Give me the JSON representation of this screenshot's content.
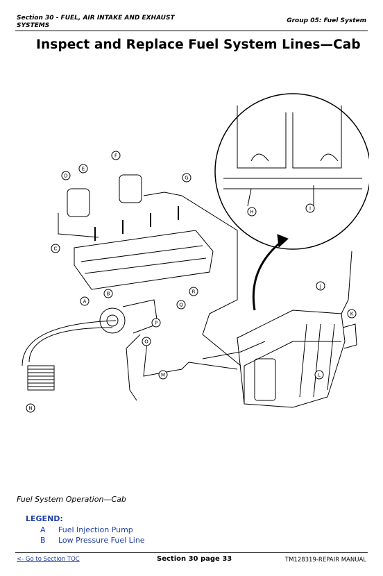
{
  "header": {
    "section": "Section 30 - FUEL, AIR INTAKE AND EXHAUST SYSTEMS",
    "group": "Group 05: Fuel System"
  },
  "title": "Inspect and Replace Fuel System Lines—Cab",
  "figure": {
    "callouts": [
      "A",
      "B",
      "C",
      "D",
      "E",
      "F",
      "G",
      "H",
      "I",
      "J",
      "K",
      "L",
      "M",
      "N",
      "O",
      "P",
      "Q",
      "R"
    ]
  },
  "caption": "Fuel System Operation—Cab",
  "legend": {
    "title": "LEGEND:",
    "items": [
      {
        "letter": "A",
        "text": "Fuel Injection Pump"
      },
      {
        "letter": "B",
        "text": "Low Pressure Fuel Line"
      }
    ]
  },
  "footer": {
    "toc_link": "<- Go to Section TOC",
    "page": "Section 30 page 33",
    "manual": "TM128319-REPAIR MANUAL"
  }
}
